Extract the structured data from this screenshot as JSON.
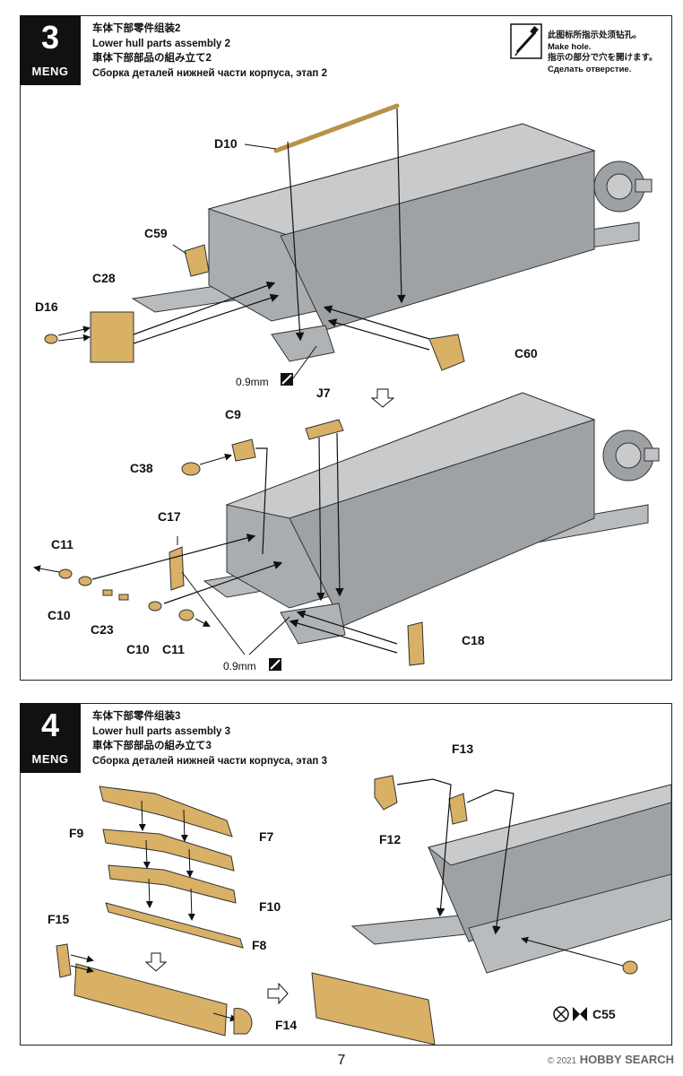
{
  "brand": "MENG",
  "step3": {
    "number": "3",
    "title_cn": "车体下部零件组装2",
    "title_en": "Lower hull parts assembly 2",
    "title_jp": "車体下部部品の組み立て2",
    "title_ru": "Сборка деталей нижней части корпуса, этап 2",
    "note_cn": "此图标所指示处须钻孔。",
    "note_en": "Make hole.",
    "note_jp": "指示の部分で穴を開けます。",
    "note_ru": "Сделать отверстие.",
    "labels": {
      "d10": "D10",
      "c59": "C59",
      "c28": "C28",
      "d16": "D16",
      "c60": "C60",
      "drill_a": "0.9mm",
      "j7": "J7",
      "c9": "C9",
      "c38": "C38",
      "c17": "C17",
      "c11a": "C11",
      "c10a": "C10",
      "c23": "C23",
      "c10b": "C10",
      "c11b": "C11",
      "c18": "C18",
      "drill_b": "0.9mm"
    }
  },
  "step4": {
    "number": "4",
    "title_cn": "车体下部零件组装3",
    "title_en": "Lower hull parts assembly 3",
    "title_jp": "車体下部部品の組み立て3",
    "title_ru": "Сборка деталей нижней части корпуса, этап 3",
    "labels": {
      "f9": "F9",
      "f7": "F7",
      "f10": "F10",
      "f8": "F8",
      "f15": "F15",
      "f14": "F14",
      "f13": "F13",
      "f12": "F12",
      "c55": "C55"
    }
  },
  "page_number": "7",
  "watermark": {
    "main": "HOBBY SEARCH",
    "sub": "© 2021"
  }
}
